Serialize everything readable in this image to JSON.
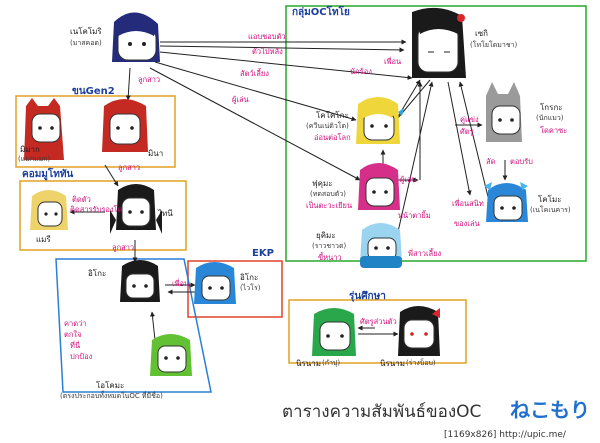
{
  "groups": {
    "main_group": "กลุ่มOCโทโย",
    "gen2": "ขนGen2",
    "family": "คอมมูโททัน",
    "ekp": "EKP",
    "council": "รุ่นศึกษา"
  },
  "characters": {
    "neko": {
      "name": "เนโคโมริ",
      "sub": "(มาสคอต)"
    },
    "tsuki": {
      "name": "เซกิ",
      "sub": "(โทโยโดมาชา)"
    },
    "momo": {
      "name": "โคโคโกะ",
      "sub": "(ควีนเน่ติวโต)",
      "extra": "อ่อนต่อโลก"
    },
    "gray": {
      "name": "โกรกะ",
      "sub": "(นักแมว)",
      "extra": "โดคาซะ"
    },
    "blue_twin": {
      "name": "โคโมะ",
      "sub": "(เนโคเนคาร)"
    },
    "pink": {
      "name": "ฟุคุมะ",
      "sub": "(ทดสอบตัว)",
      "extra": "เป็นตะวะเยียน"
    },
    "light_blue": {
      "name": "ยุคิมะ",
      "sub": "(ราวชาวต)",
      "extra": "ขี้หนาว"
    },
    "red_left": {
      "name": "มิมาก",
      "sub": "(แมกแมก)"
    },
    "red_right": {
      "name": "มินา"
    },
    "blonde_small": {
      "name": "แมรี"
    },
    "black_pig": {
      "name": "ไทนี"
    },
    "black_short": {
      "name": "อิโกะ"
    },
    "blue_ekp": {
      "name": "อิโกะ",
      "sub": "(ไวโร)"
    },
    "green_twin": {
      "name": "โอโคมะ",
      "sub": "(ตรงประกอบทั้งหมดในOC ที่มีชื่อ)"
    },
    "green_council": {
      "name": "นิรนาม",
      "sub": "(กำปุ)"
    },
    "black_red": {
      "name": "นิรนาม",
      "sub": "(ร่างบ็อบ)"
    }
  },
  "relations": {
    "neko_tsuki": "แอบชอบตัว",
    "neko_tsuki2": "ตัวไปหลัง",
    "neko_momo": "สัตว์เลี้ยง",
    "neko_gen2": "ลูกสาว",
    "neko_pink": "ผู้เล่น",
    "momo_tsuki": "เพื่อน",
    "momo_sub": "นักร้อง",
    "gen2_fam": "ลูกสาว",
    "fam_left": "ติดตัว",
    "fam_left2": "ติดสารรับรองโค",
    "fam_ekp": "ลูกสาว",
    "ekp_link": "เพื่อน",
    "gray_rel": "คู่แข่ง",
    "gray_rel2": "ศัตรู",
    "blue_rel": "ตอบรับ",
    "blue_rel2": "ลัด",
    "pink_rel": "ผู้เล่น",
    "pink_rel2": "หน้าตายิ้ม",
    "light_rel": "เพื่อนสนิท",
    "light_rel2": "ของเล่น",
    "sister_rel": "พี่สาวเลี้ยง",
    "left_side": "คาดว่า",
    "left_side2": "ตกใจ",
    "left_side3": "ที่นี่",
    "left_side4": "ปกป้อง",
    "council_rel": "ศัตรูส่วนตัว"
  },
  "title": "ตารางความสัมพันธ์ของOC",
  "logo": "ねこもり",
  "corner_text": "[1169x826] http://upic.me/"
}
